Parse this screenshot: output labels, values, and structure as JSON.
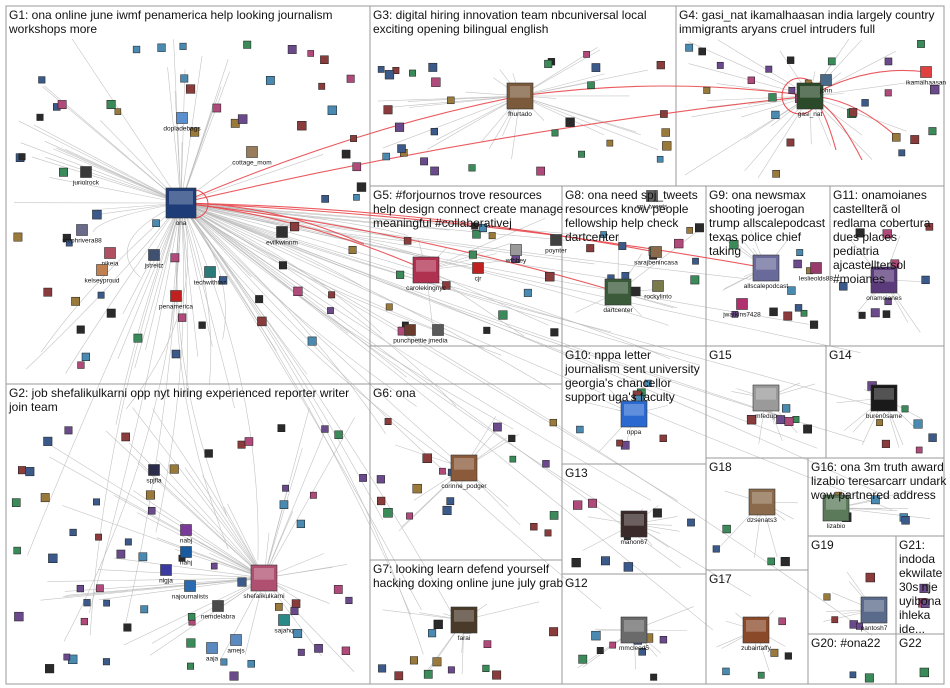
{
  "groups": [
    {
      "id": "G1",
      "text": [
        "G1: ona online june iwmf penamerica help looking journalism",
        "workshops more"
      ]
    },
    {
      "id": "G3",
      "text": [
        "G3: digital hiring innovation team nbcuniversal local",
        "exciting opening bilingual english"
      ]
    },
    {
      "id": "G4",
      "text": [
        "G4: gasi_nat ikamalhaasan india largely country",
        "immigrants aryans cruel intruders full"
      ]
    },
    {
      "id": "G5",
      "text": [
        "G5: #forjournos trove resources",
        "help design connect create manage",
        "meaningful #collaborativej"
      ]
    },
    {
      "id": "G8",
      "text": [
        "G8: ona need spj_tweets",
        "resources know people",
        "fellowship help check",
        "dartcenter"
      ]
    },
    {
      "id": "G9",
      "text": [
        "G9: ona newsmax",
        "shooting joerogan",
        "trump allscalepodcast",
        "texas police chief",
        "taking"
      ]
    },
    {
      "id": "G11",
      "text": [
        "G11: onamoianes",
        "castellterã ol",
        "redlama cobertura",
        "dues places",
        "pediatria",
        "ajcastelltersol",
        "#moianes"
      ]
    },
    {
      "id": "G2",
      "text": [
        "G2: job shefalikulkarni opp nyt hiring experienced reporter writer",
        "join team"
      ]
    },
    {
      "id": "G6",
      "text": [
        "G6: ona"
      ]
    },
    {
      "id": "G10",
      "text": [
        "G10: nppa letter",
        "journalism sent university",
        "georgia's chancellor",
        "support uga's faculty"
      ]
    },
    {
      "id": "G15",
      "text": [
        "G15"
      ]
    },
    {
      "id": "G14",
      "text": [
        "G14"
      ]
    },
    {
      "id": "G13",
      "text": [
        "G13"
      ]
    },
    {
      "id": "G18",
      "text": [
        "G18"
      ]
    },
    {
      "id": "G16",
      "text": [
        "G16: ona 3m truth award",
        "lizabio teresarcarr undark",
        "wow partnered address"
      ]
    },
    {
      "id": "G7",
      "text": [
        "G7: looking learn defend yourself",
        "hacking doxing online june july grab"
      ]
    },
    {
      "id": "G12",
      "text": [
        "G12"
      ]
    },
    {
      "id": "G17",
      "text": [
        "G17"
      ]
    },
    {
      "id": "G19",
      "text": [
        "G19"
      ]
    },
    {
      "id": "G21",
      "text": [
        "G21:",
        "indoda",
        "ekwilate",
        "30s nje",
        "uyibona",
        "ihleka",
        "ide..."
      ]
    },
    {
      "id": "G20",
      "text": [
        "G20: #ona22"
      ]
    },
    {
      "id": "G22",
      "text": [
        "G22"
      ]
    }
  ],
  "nodes": [
    {
      "id": "ona",
      "label": "ona",
      "group": "G1",
      "hub": true,
      "color": "#1d3c78"
    },
    {
      "id": "dopladebags",
      "label": "dopladebags",
      "group": "G1",
      "color": "#5a8fd0"
    },
    {
      "id": "cottage_mom",
      "label": "cottage_mom",
      "group": "G1",
      "color": "#9a7b5a"
    },
    {
      "id": "juriolrock",
      "label": "juriolrock",
      "group": "G1",
      "color": "#3a3a3a"
    },
    {
      "id": "stephrivera88",
      "label": "stephrivera88",
      "group": "G1",
      "color": "#6a6a8a"
    },
    {
      "id": "nikeia",
      "label": "nikeia",
      "group": "G1",
      "color": "#b05060"
    },
    {
      "id": "jstreitz",
      "label": "jstreitz",
      "group": "G1",
      "color": "#405070"
    },
    {
      "id": "kelseyproud",
      "label": "kelseyproud",
      "group": "G1",
      "color": "#c08050"
    },
    {
      "id": "evilkwinnm",
      "label": "evilkwinnm",
      "group": "G1",
      "color": "#303030"
    },
    {
      "id": "techwithtaz",
      "label": "techwithtaz",
      "group": "G1",
      "color": "#2a7a7a"
    },
    {
      "id": "penamerica",
      "label": "penamerica",
      "group": "G1",
      "color": "#c02020"
    },
    {
      "id": "fhurtado",
      "label": "fhurtado",
      "group": "G3",
      "hub": true,
      "color": "#7a5a3a"
    },
    {
      "id": "gasi_nat",
      "label": "gasi_nat",
      "group": "G4",
      "hub": true,
      "color": "#2a4a2a"
    },
    {
      "id": "ikamalhaasan",
      "label": "ikamalhaasan",
      "group": "G4",
      "color": "#e04040"
    },
    {
      "id": "john",
      "label": "john",
      "group": "G4",
      "color": "#4a6a8a"
    },
    {
      "id": "carolekingnyc",
      "label": "carolekingnyc",
      "group": "G5",
      "hub": true,
      "color": "#b03050"
    },
    {
      "id": "cjr",
      "label": "cjr",
      "group": "G5",
      "color": "#c02020"
    },
    {
      "id": "wthbey",
      "label": "wthbey",
      "group": "G5",
      "color": "#9a9a9a"
    },
    {
      "id": "poynter",
      "label": "poynter",
      "group": "G5",
      "color": "#404040"
    },
    {
      "id": "punchpettie",
      "label": "punchpettie",
      "group": "G5",
      "color": "#6a3a2a"
    },
    {
      "id": "jmedia",
      "label": "jmedia",
      "group": "G5",
      "color": "#5a5a5a"
    },
    {
      "id": "spj_tweets",
      "label": "spj_tweets",
      "group": "G8",
      "color": "#606060"
    },
    {
      "id": "sarajbenincasa",
      "label": "sarajbenincasa",
      "group": "G8",
      "color": "#8a6a4a"
    },
    {
      "id": "dartcenter",
      "label": "dartcenter",
      "group": "G8",
      "hub": true,
      "color": "#3a5a3a"
    },
    {
      "id": "rockylinto",
      "label": "rockylinto",
      "group": "G8",
      "color": "#7a7a4a"
    },
    {
      "id": "allscalepodcast",
      "label": "allscalepodcast",
      "group": "G9",
      "hub": true,
      "color": "#6a6a9a"
    },
    {
      "id": "leslieolds88",
      "label": "leslieolds88",
      "group": "G9",
      "color": "#9a3a6a"
    },
    {
      "id": "jwatkins7428",
      "label": "jwatkins7428",
      "group": "G9",
      "color": "#b03070"
    },
    {
      "id": "onamoianes",
      "label": "onamoianes",
      "group": "G11",
      "hub": true,
      "color": "#5a3a7a"
    },
    {
      "id": "shefalikulkarni",
      "label": "shefalikulkarni",
      "group": "G2",
      "hub": true,
      "color": "#b05070"
    },
    {
      "id": "spjfla",
      "label": "spjfla",
      "group": "G2",
      "color": "#2a2a4a"
    },
    {
      "id": "nahj",
      "label": "nahj",
      "group": "G2",
      "color": "#1a5aa0"
    },
    {
      "id": "nabj",
      "label": "nabj",
      "group": "G2",
      "color": "#7a3a9a"
    },
    {
      "id": "nlgja",
      "label": "nlgja",
      "group": "G2",
      "color": "#3a3aa0"
    },
    {
      "id": "najournalists",
      "label": "najournalists",
      "group": "G2",
      "color": "#2a6ab0"
    },
    {
      "id": "nemdelabra",
      "label": "nemdelabra",
      "group": "G2",
      "color": "#4a4a4a"
    },
    {
      "id": "sajahq",
      "label": "sajahq",
      "group": "G2",
      "color": "#2a8a8a"
    },
    {
      "id": "amejs",
      "label": "amejs",
      "group": "G2",
      "color": "#5a8ac0"
    },
    {
      "id": "aaja",
      "label": "aaja",
      "group": "G2",
      "color": "#5a8ac0"
    },
    {
      "id": "corinne_podger",
      "label": "corinne_podger",
      "group": "G6",
      "hub": true,
      "color": "#8a5a3a"
    },
    {
      "id": "nppa",
      "label": "nppa",
      "group": "G10",
      "hub": true,
      "color": "#2a6ad0"
    },
    {
      "id": "mfedup",
      "label": "mfedup",
      "group": "G15",
      "hub": true,
      "color": "#9a9a9a"
    },
    {
      "id": "buren0same",
      "label": "buren0same",
      "group": "G14",
      "hub": true,
      "color": "#1a1a1a"
    },
    {
      "id": "manon67",
      "label": "manon67",
      "group": "G13",
      "hub": true,
      "color": "#3a2a2a"
    },
    {
      "id": "dzsenats3",
      "label": "dzsenats3",
      "group": "G18",
      "hub": true,
      "color": "#8a6a4a"
    },
    {
      "id": "lizabio",
      "label": "lizabio",
      "group": "G16",
      "hub": true,
      "color": "#5a7a5a"
    },
    {
      "id": "farai",
      "label": "farai",
      "group": "G7",
      "hub": true,
      "color": "#4a3a2a"
    },
    {
      "id": "mmcleod5",
      "label": "mmcleod5",
      "group": "G12",
      "hub": true,
      "color": "#6a6a6a"
    },
    {
      "id": "zubairtaffy",
      "label": "zubairtaffy",
      "group": "G17",
      "hub": true,
      "color": "#8a4a2a"
    },
    {
      "id": "pantosh7",
      "label": "pantosh7",
      "group": "G19",
      "hub": true,
      "color": "#5a6a8a"
    }
  ]
}
